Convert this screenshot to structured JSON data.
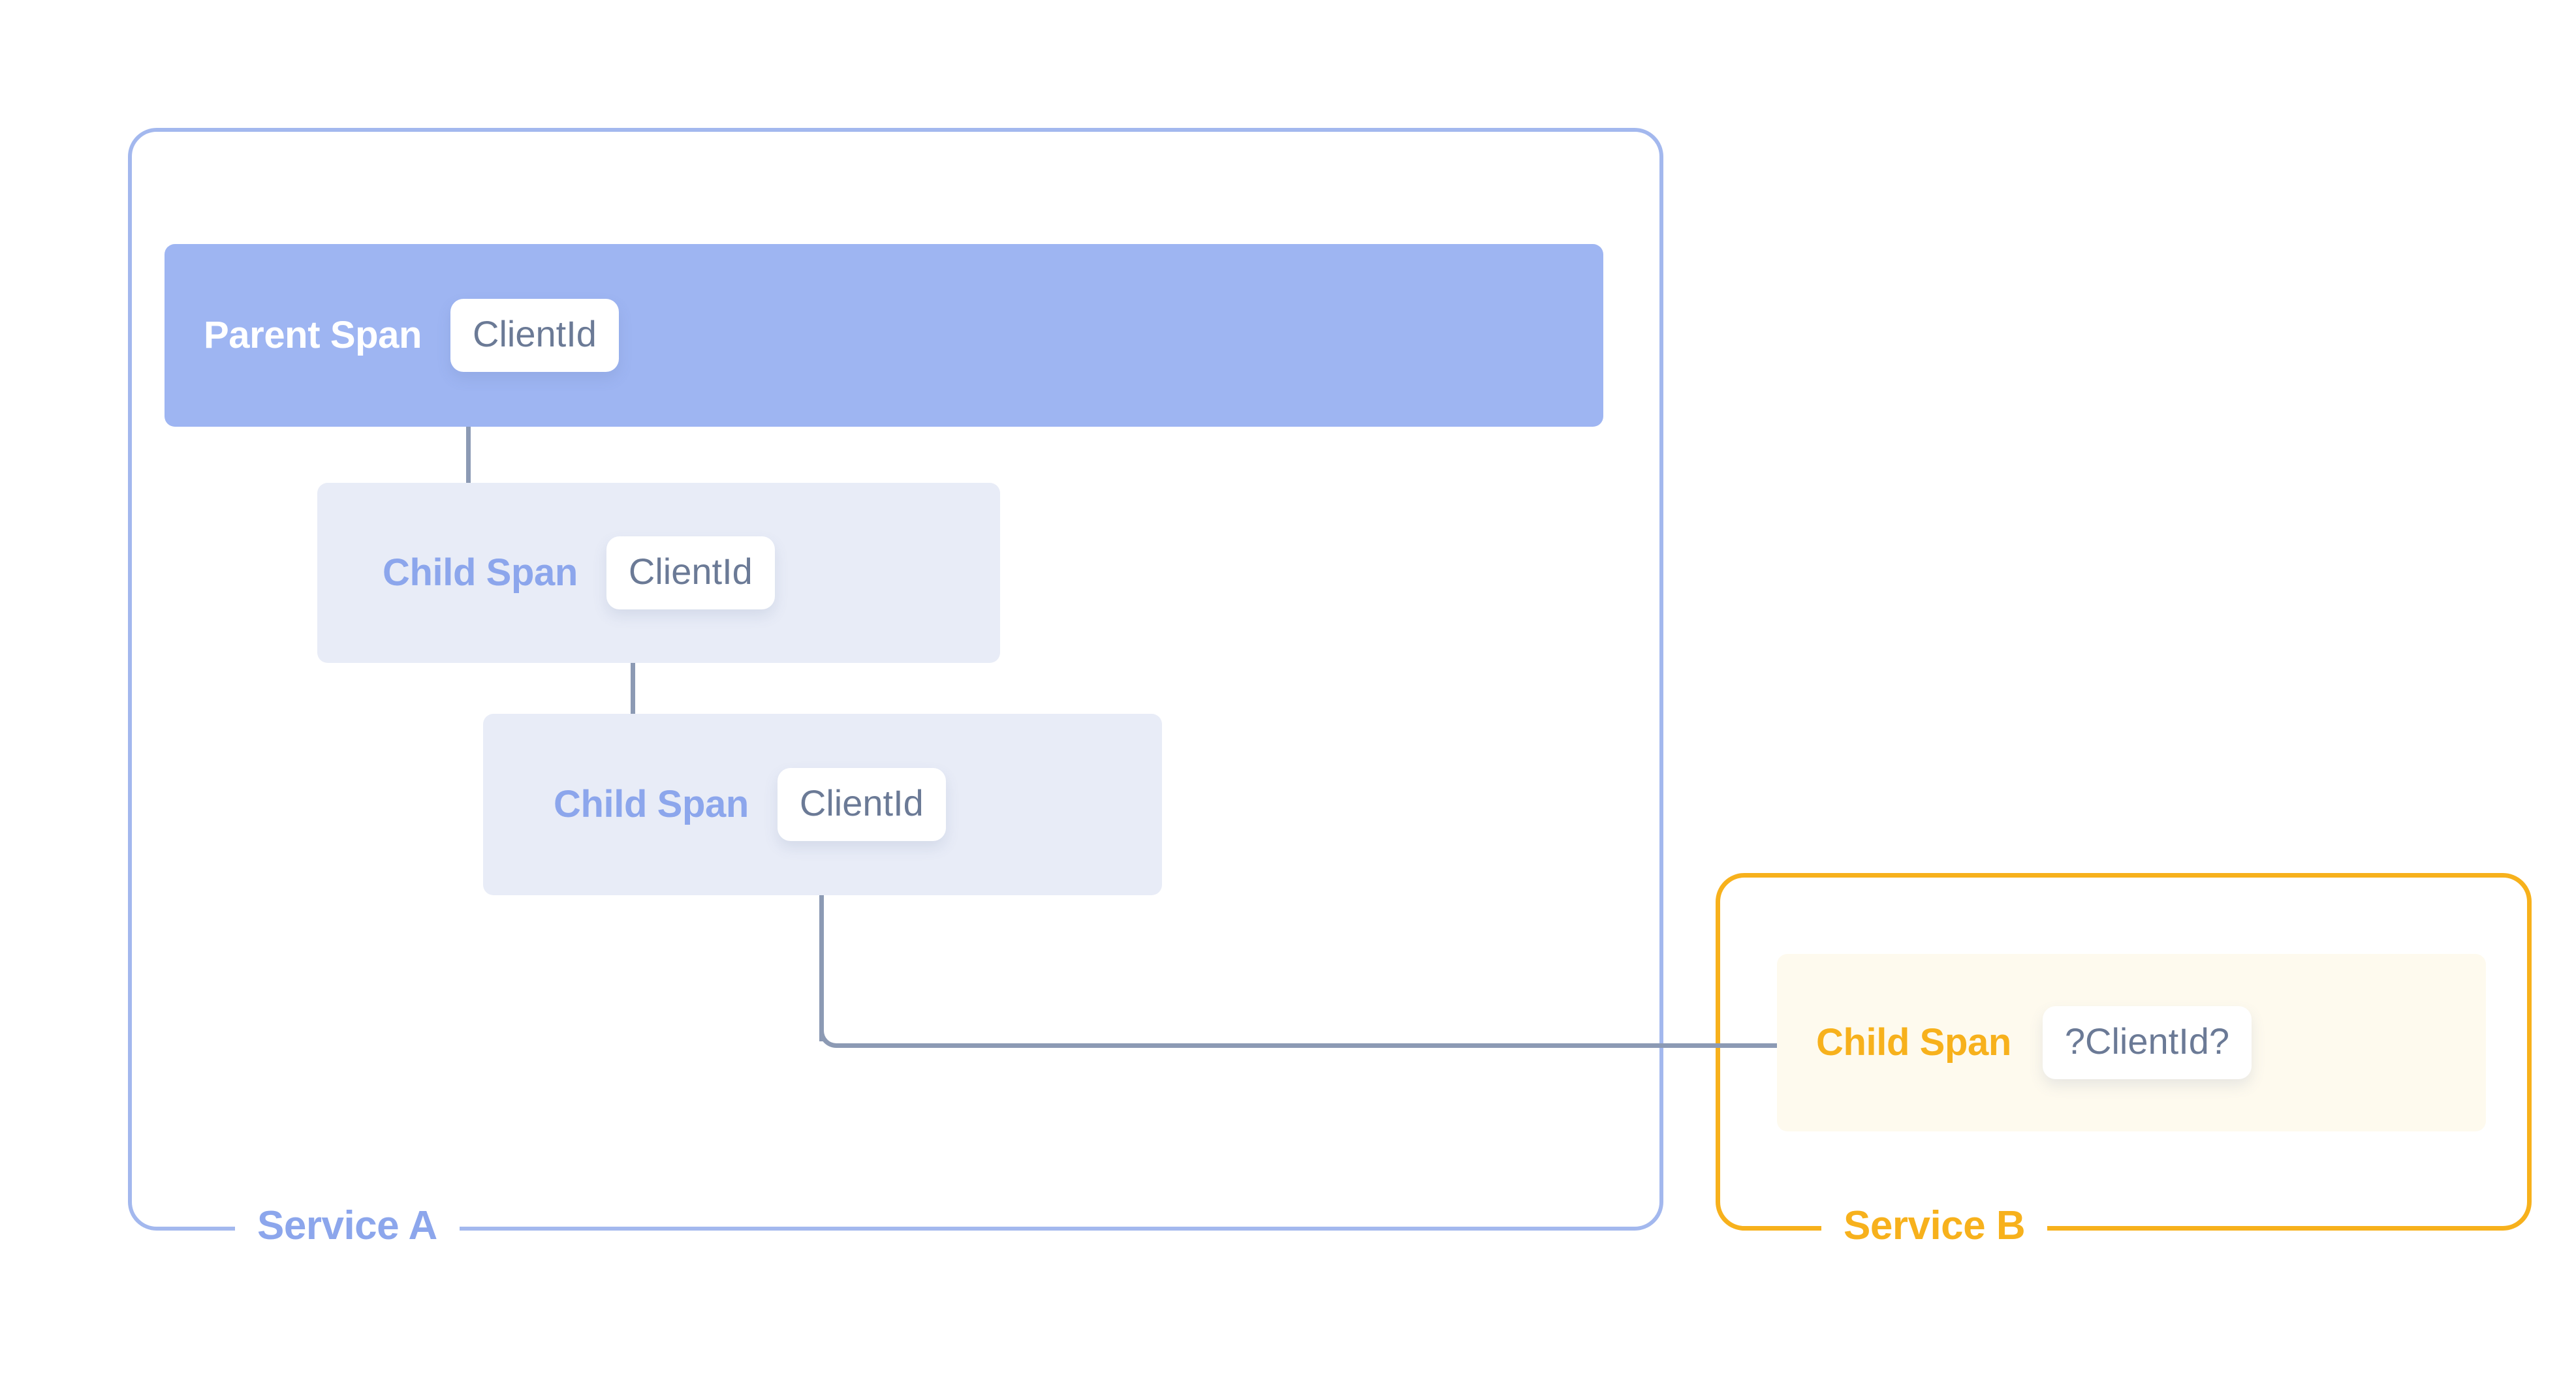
{
  "diagram": {
    "type": "distributed-trace-span-hierarchy",
    "services": [
      {
        "id": "service-a",
        "label": "Service A",
        "accent_color": "#8CA6EC",
        "border_color": "#A3B8EE"
      },
      {
        "id": "service-b",
        "label": "Service B",
        "accent_color": "#F7B11C",
        "border_color": "#F7B11C"
      }
    ],
    "spans": [
      {
        "id": "parent-span",
        "title": "Parent Span",
        "badge": "ClientId",
        "service": "service-a",
        "level": 0,
        "style": "filled",
        "fill_color": "#9EB5F2",
        "title_color": "#FFFFFF",
        "badge_color": "#6B7A96"
      },
      {
        "id": "child-span-1",
        "title": "Child Span",
        "badge": "ClientId",
        "service": "service-a",
        "level": 1,
        "style": "tinted",
        "fill_color": "#E8ECF7",
        "title_color": "#8CA6EC",
        "badge_color": "#6B7A96"
      },
      {
        "id": "child-span-2",
        "title": "Child Span",
        "badge": "ClientId",
        "service": "service-a",
        "level": 2,
        "style": "tinted",
        "fill_color": "#E8ECF7",
        "title_color": "#8CA6EC",
        "badge_color": "#6B7A96"
      },
      {
        "id": "child-span-3",
        "title": "Child Span",
        "badge": "?ClientId?",
        "service": "service-b",
        "level": 3,
        "style": "tinted",
        "fill_color": "#FEFAEE",
        "title_color": "#F7B11C",
        "badge_color": "#6B7A96"
      }
    ],
    "connectors": [
      {
        "id": "parent-to-child1",
        "from": "parent-span",
        "to": "child-span-1",
        "shape": "vertical",
        "color": "#8C9AB4"
      },
      {
        "id": "child1-to-child2",
        "from": "child-span-1",
        "to": "child-span-2",
        "shape": "vertical",
        "color": "#8C9AB4"
      },
      {
        "id": "child2-to-child3",
        "from": "child-span-2",
        "to": "child-span-3",
        "shape": "elbow",
        "color": "#8C9AB4"
      }
    ]
  }
}
